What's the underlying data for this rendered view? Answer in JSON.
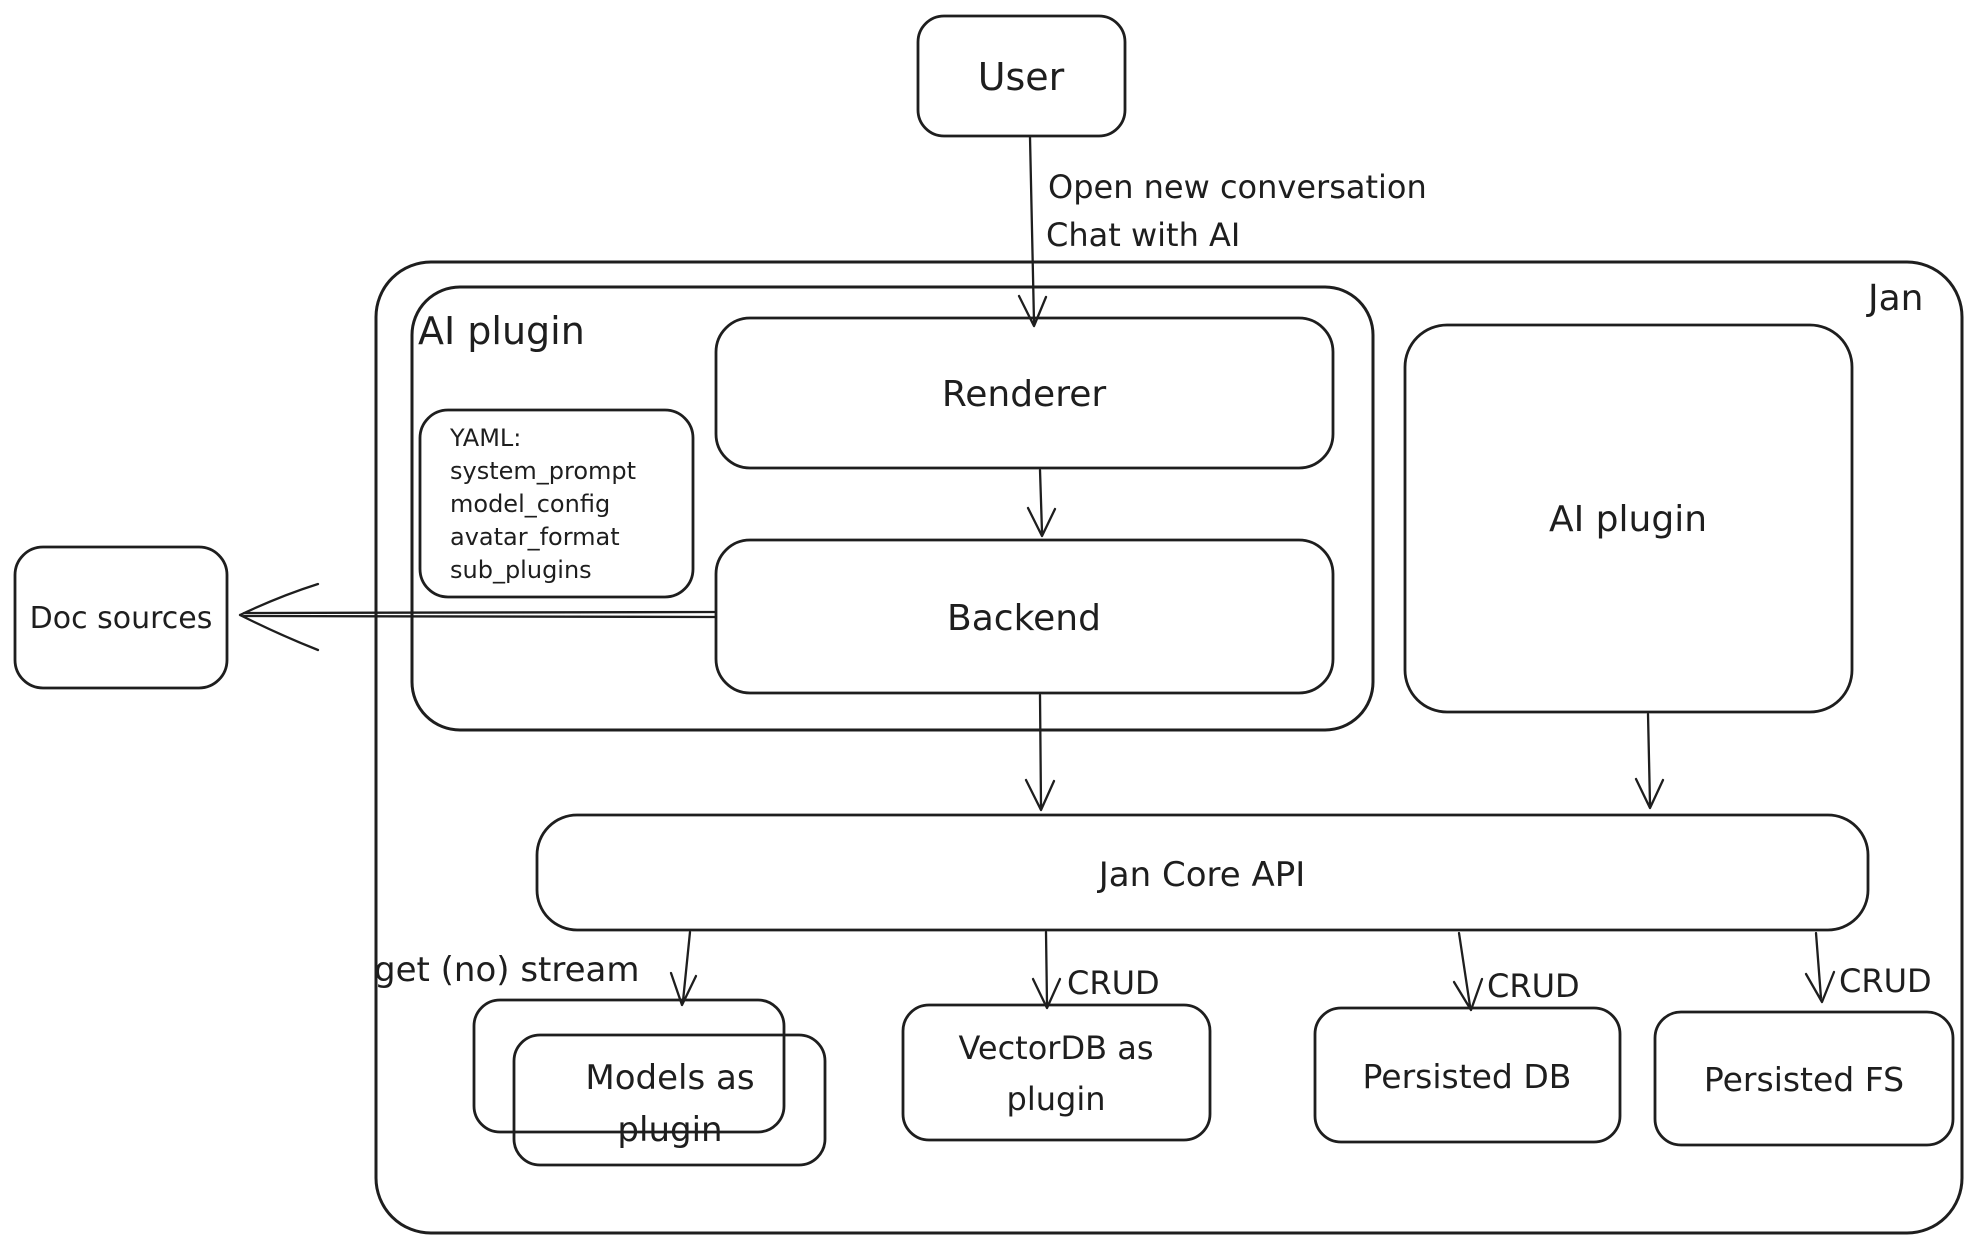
{
  "colors": {
    "ink": "#1e1e1e",
    "background": "#ffffff"
  },
  "containers": {
    "jan": {
      "label": "Jan"
    },
    "ai_plugin_group": {
      "label": "AI plugin"
    }
  },
  "nodes": {
    "user": {
      "label": "User"
    },
    "renderer": {
      "label": "Renderer"
    },
    "backend": {
      "label": "Backend"
    },
    "yaml_note": {
      "lines": [
        "YAML:",
        "system_prompt",
        "model_config",
        "avatar_format",
        "sub_plugins"
      ]
    },
    "doc_sources": {
      "label": "Doc sources"
    },
    "ai_plugin_box": {
      "label": "AI plugin"
    },
    "jan_core_api": {
      "label": "Jan Core API"
    },
    "models_plugin": {
      "lines": [
        "Models as",
        "plugin"
      ]
    },
    "vectordb_plugin": {
      "lines": [
        "VectorDB as",
        "plugin"
      ]
    },
    "persisted_db": {
      "label": "Persisted DB"
    },
    "persisted_fs": {
      "label": "Persisted FS"
    }
  },
  "edge_labels": {
    "user_to_renderer": [
      "Open new conversation",
      "Chat with AI"
    ],
    "models": "get (no) stream",
    "vectordb": "CRUD",
    "persisted_db": "CRUD",
    "persisted_fs": "CRUD"
  }
}
